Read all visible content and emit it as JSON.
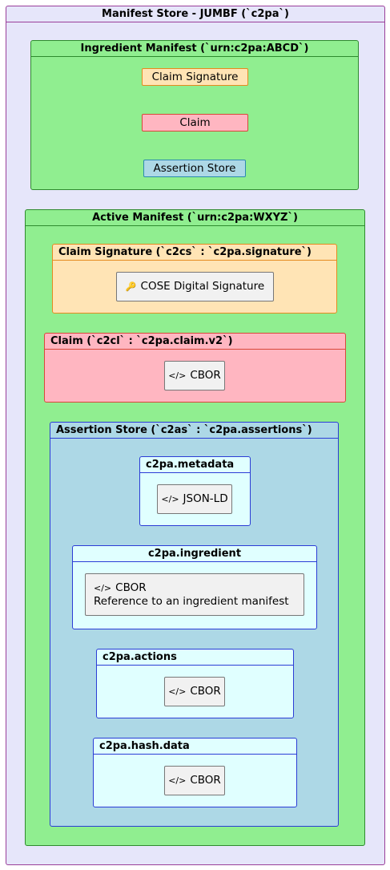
{
  "manifest_store": {
    "title": "Manifest Store - JUMBF (`c2pa`)",
    "ingredient_manifest": {
      "title": "Ingredient Manifest (`urn:c2pa:ABCD`)",
      "claim_signature": "Claim Signature",
      "claim": "Claim",
      "assertion_store": "Assertion Store"
    },
    "active_manifest": {
      "title": "Active Manifest (`urn:c2pa:WXYZ`)",
      "claim_signature": {
        "title": "Claim Signature (`c2cs` : `c2pa.signature`)",
        "node": "COSE Digital Signature"
      },
      "claim": {
        "title": "Claim (`c2cl` : `c2pa.claim.v2`)",
        "node": "CBOR"
      },
      "assertion_store": {
        "title": "Assertion Store (`c2as` : `c2pa.assertions`)",
        "assertions": [
          {
            "title": "c2pa.metadata",
            "node": "JSON-LD"
          },
          {
            "title": "c2pa.ingredient",
            "node_line1": "CBOR",
            "node_line2": "Reference to an ingredient manifest"
          },
          {
            "title": "c2pa.actions",
            "node": "CBOR"
          },
          {
            "title": "c2pa.hash.data",
            "node": "CBOR"
          }
        ]
      }
    }
  },
  "icons": {
    "key": "🔑",
    "code": "</>"
  },
  "colors": {
    "store_bg": "#e6e6fa",
    "store_border": "#9a3f9a",
    "manifest_bg": "#90ee90",
    "manifest_border": "#2e8b2e",
    "signature_bg": "#ffe4b5",
    "signature_border": "#e58a1f",
    "claim_bg": "#ffb6c1",
    "claim_border": "#d9473a",
    "assertion_bg": "#add8e6",
    "assertion_border": "#2b3cd6",
    "item_bg": "#e0ffff"
  }
}
